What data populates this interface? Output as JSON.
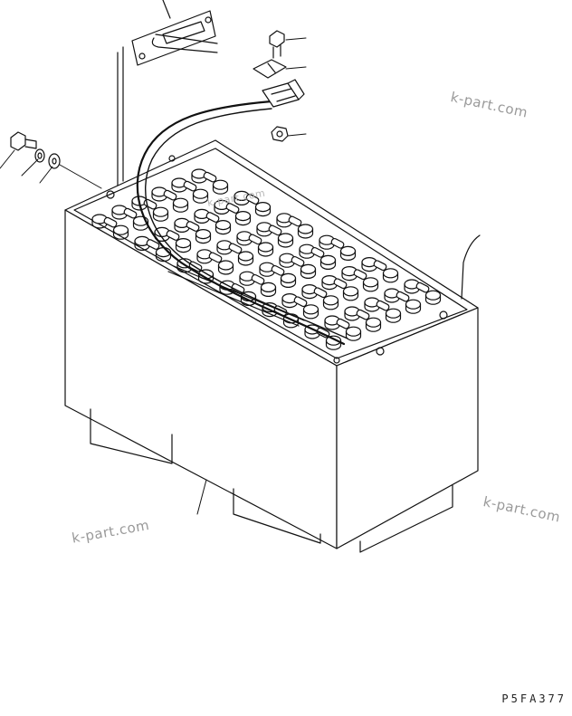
{
  "watermarks": [
    "k-part.com",
    "k-part.com",
    "k-part.com",
    "k-part.com"
  ],
  "drawing_code": "P5FA377",
  "colors": {
    "line": "#111111",
    "watermark": "#9a9a9a"
  },
  "icons": [
    "hex-bolt-icon",
    "spring-washer-icon",
    "flat-washer-icon",
    "connector-plug-icon",
    "hex-nut-icon",
    "clip-icon"
  ]
}
